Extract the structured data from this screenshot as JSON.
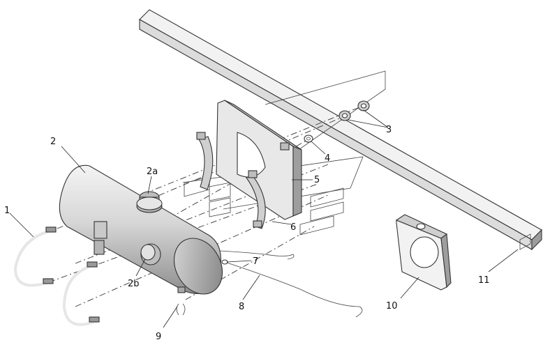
{
  "diagram": {
    "callouts": [
      {
        "id": "c1",
        "text": "1"
      },
      {
        "id": "c2",
        "text": "2"
      },
      {
        "id": "c2a",
        "text": "2a"
      },
      {
        "id": "c2b",
        "text": "2b"
      },
      {
        "id": "c3",
        "text": "3"
      },
      {
        "id": "c4",
        "text": "4"
      },
      {
        "id": "c5",
        "text": "5"
      },
      {
        "id": "c6",
        "text": "6"
      },
      {
        "id": "c7",
        "text": "7"
      },
      {
        "id": "c8",
        "text": "8"
      },
      {
        "id": "c9",
        "text": "9"
      },
      {
        "id": "c10",
        "text": "10"
      },
      {
        "id": "c11",
        "text": "11"
      }
    ],
    "colors": {
      "line": "#333333",
      "face_light": "#f1f1f1",
      "face_mid": "#d9d9d9",
      "face_dark": "#a9a9a9"
    }
  }
}
